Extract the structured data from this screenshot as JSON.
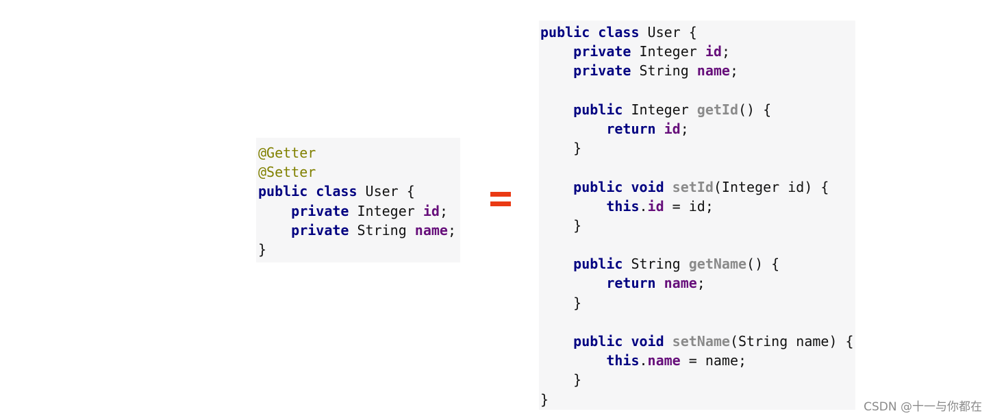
{
  "colors": {
    "keyword": "#000080",
    "field": "#660e7a",
    "annotation": "#808000",
    "method": "#8a8a8a",
    "plain": "#111111",
    "panel_background": "#f6f6f7",
    "equals_sign": "#ea3a14"
  },
  "left_code": {
    "lines": [
      [
        {
          "t": "@Getter",
          "k": "ann"
        }
      ],
      [
        {
          "t": "@Setter",
          "k": "ann"
        }
      ],
      [
        {
          "t": "public class",
          "k": "kw"
        },
        {
          "t": " User {",
          "k": "plain"
        }
      ],
      [
        {
          "t": "    ",
          "k": "plain"
        },
        {
          "t": "private",
          "k": "kw"
        },
        {
          "t": " Integer ",
          "k": "plain"
        },
        {
          "t": "id",
          "k": "field"
        },
        {
          "t": ";",
          "k": "plain"
        }
      ],
      [
        {
          "t": "    ",
          "k": "plain"
        },
        {
          "t": "private",
          "k": "kw"
        },
        {
          "t": " String ",
          "k": "plain"
        },
        {
          "t": "name",
          "k": "field"
        },
        {
          "t": ";",
          "k": "plain"
        }
      ],
      [
        {
          "t": "}",
          "k": "plain"
        }
      ]
    ]
  },
  "right_code": {
    "lines": [
      [
        {
          "t": "public class",
          "k": "kw"
        },
        {
          "t": " User {",
          "k": "plain"
        }
      ],
      [
        {
          "t": "    ",
          "k": "plain"
        },
        {
          "t": "private",
          "k": "kw"
        },
        {
          "t": " Integer ",
          "k": "plain"
        },
        {
          "t": "id",
          "k": "field"
        },
        {
          "t": ";",
          "k": "plain"
        }
      ],
      [
        {
          "t": "    ",
          "k": "plain"
        },
        {
          "t": "private",
          "k": "kw"
        },
        {
          "t": " String ",
          "k": "plain"
        },
        {
          "t": "name",
          "k": "field"
        },
        {
          "t": ";",
          "k": "plain"
        }
      ],
      [],
      [
        {
          "t": "    ",
          "k": "plain"
        },
        {
          "t": "public",
          "k": "kw"
        },
        {
          "t": " Integer ",
          "k": "plain"
        },
        {
          "t": "getId",
          "k": "meth"
        },
        {
          "t": "() {",
          "k": "plain"
        }
      ],
      [
        {
          "t": "        ",
          "k": "plain"
        },
        {
          "t": "return",
          "k": "kw"
        },
        {
          "t": " ",
          "k": "plain"
        },
        {
          "t": "id",
          "k": "field"
        },
        {
          "t": ";",
          "k": "plain"
        }
      ],
      [
        {
          "t": "    }",
          "k": "plain"
        }
      ],
      [],
      [
        {
          "t": "    ",
          "k": "plain"
        },
        {
          "t": "public void",
          "k": "kw"
        },
        {
          "t": " ",
          "k": "plain"
        },
        {
          "t": "setId",
          "k": "meth"
        },
        {
          "t": "(Integer id) {",
          "k": "plain"
        }
      ],
      [
        {
          "t": "        ",
          "k": "plain"
        },
        {
          "t": "this",
          "k": "kw"
        },
        {
          "t": ".",
          "k": "plain"
        },
        {
          "t": "id",
          "k": "field"
        },
        {
          "t": " = id;",
          "k": "plain"
        }
      ],
      [
        {
          "t": "    }",
          "k": "plain"
        }
      ],
      [],
      [
        {
          "t": "    ",
          "k": "plain"
        },
        {
          "t": "public",
          "k": "kw"
        },
        {
          "t": " String ",
          "k": "plain"
        },
        {
          "t": "getName",
          "k": "meth"
        },
        {
          "t": "() {",
          "k": "plain"
        }
      ],
      [
        {
          "t": "        ",
          "k": "plain"
        },
        {
          "t": "return",
          "k": "kw"
        },
        {
          "t": " ",
          "k": "plain"
        },
        {
          "t": "name",
          "k": "field"
        },
        {
          "t": ";",
          "k": "plain"
        }
      ],
      [
        {
          "t": "    }",
          "k": "plain"
        }
      ],
      [],
      [
        {
          "t": "    ",
          "k": "plain"
        },
        {
          "t": "public void",
          "k": "kw"
        },
        {
          "t": " ",
          "k": "plain"
        },
        {
          "t": "setName",
          "k": "meth"
        },
        {
          "t": "(String name) {",
          "k": "plain"
        }
      ],
      [
        {
          "t": "        ",
          "k": "plain"
        },
        {
          "t": "this",
          "k": "kw"
        },
        {
          "t": ".",
          "k": "plain"
        },
        {
          "t": "name",
          "k": "field"
        },
        {
          "t": " = name;",
          "k": "plain"
        }
      ],
      [
        {
          "t": "    }",
          "k": "plain"
        }
      ],
      [
        {
          "t": "}",
          "k": "plain"
        }
      ]
    ]
  },
  "equals_sign": {
    "icon": "equals-sign"
  },
  "watermark": {
    "text": "CSDN @十一与你都在"
  }
}
